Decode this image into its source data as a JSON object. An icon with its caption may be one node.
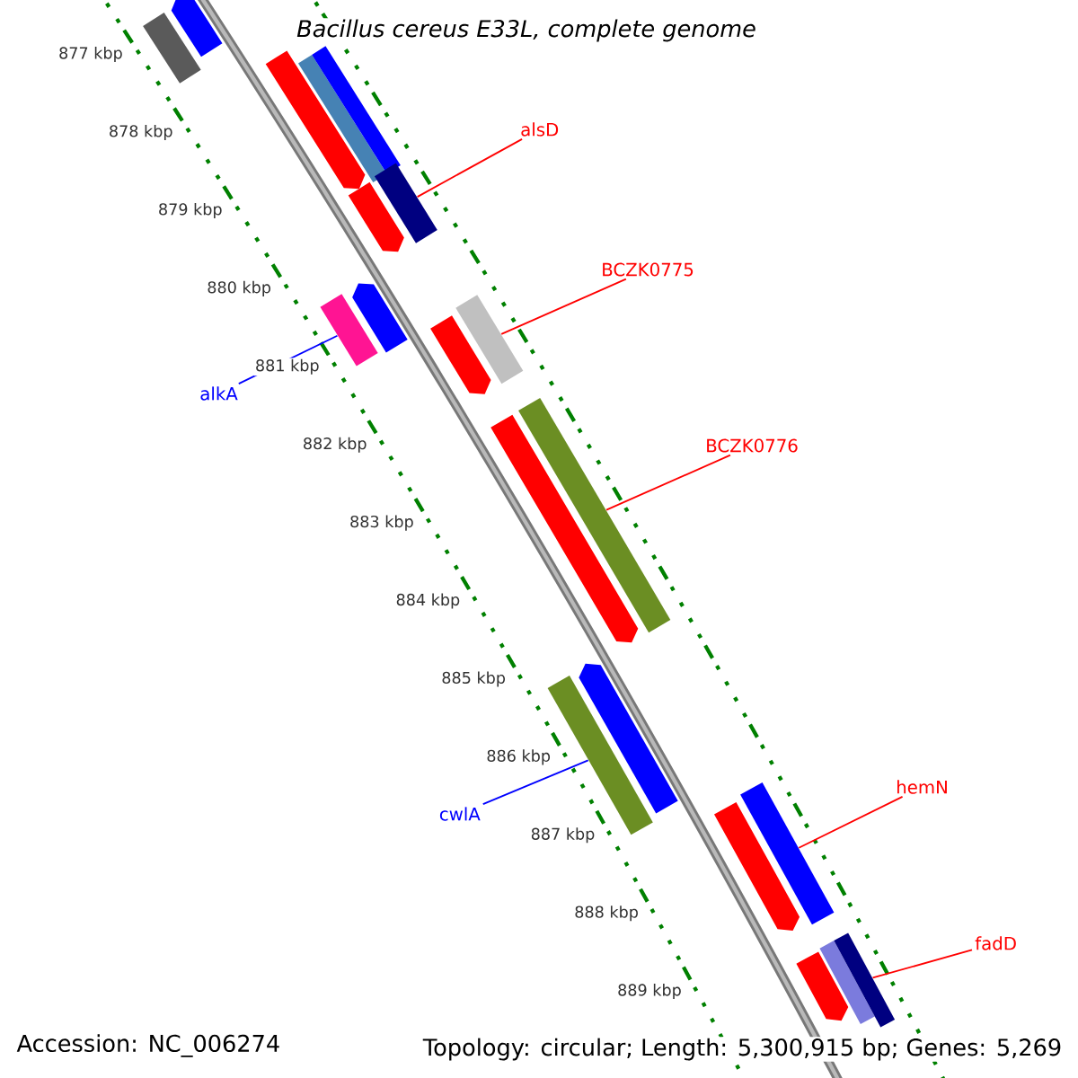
{
  "diagram": {
    "title": "Bacillus cereus E33L, complete genome",
    "nodes": [
      {
        "text": [],
        "shape": "bar"
      },
      {
        "text": [],
        "shape": "bar"
      },
      {
        "text": [],
        "shape": "bar"
      },
      {
        "text": [],
        "shape": "bar"
      },
      {
        "text": [],
        "shape": "bar"
      },
      {
        "text": [],
        "shape": "bar"
      },
      {
        "text": [],
        "shape": "bar"
      },
      {
        "text": [],
        "shape": "bar"
      },
      {
        "text": [],
        "shape": "bar"
      },
      {
        "text": [],
        "shape": "bar"
      },
      {
        "text": [],
        "shape": "bar"
      },
      {
        "text": [],
        "shape": "bar"
      },
      {
        "text": [],
        "shape": "bar"
      },
      {
        "text": [],
        "shape": "bar"
      },
      {
        "text": [],
        "shape": "bar"
      },
      {
        "text": [],
        "shape": "bar"
      },
      {
        "text": [],
        "shape": "bar"
      },
      {
        "text": [],
        "shape": "bar"
      },
      {
        "text": [],
        "shape": "bar"
      },
      {
        "text": [],
        "shape": "bar"
      },
      {
        "text": [
          "alsD"
        ]
      },
      {
        "text": [
          "BCZK0775"
        ]
      },
      {
        "text": [
          "alkA"
        ]
      },
      {
        "text": [
          "BCZK0776"
        ]
      },
      {
        "text": [
          "cwlA"
        ]
      },
      {
        "text": [
          "hemN"
        ]
      },
      {
        "text": [
          "fadD"
        ]
      }
    ],
    "edges": [
      {
        "from": 20,
        "to": 6,
        "arrow": "none"
      },
      {
        "from": 21,
        "to": 10,
        "arrow": "none"
      },
      {
        "from": 22,
        "to": 7,
        "arrow": "none",
        "color": "#0000ff"
      },
      {
        "from": 23,
        "to": 12,
        "arrow": "none"
      },
      {
        "from": 24,
        "to": 13,
        "arrow": "none",
        "color": "#0000ff"
      },
      {
        "from": 25,
        "to": 16,
        "arrow": "none"
      },
      {
        "from": 26,
        "to": 19,
        "arrow": "none"
      }
    ],
    "labels": [
      "877 kbp",
      "878 kbp",
      "879 kbp",
      "880 kbp",
      "881 kbp",
      "882 kbp",
      "883 kbp",
      "884 kbp",
      "885 kbp",
      "886 kbp",
      "887 kbp",
      "888 kbp",
      "889 kbp",
      "Accession: NC_006274",
      "Topology: circular; Length: 5,300,915 bp; Genes: 5,269"
    ]
  }
}
